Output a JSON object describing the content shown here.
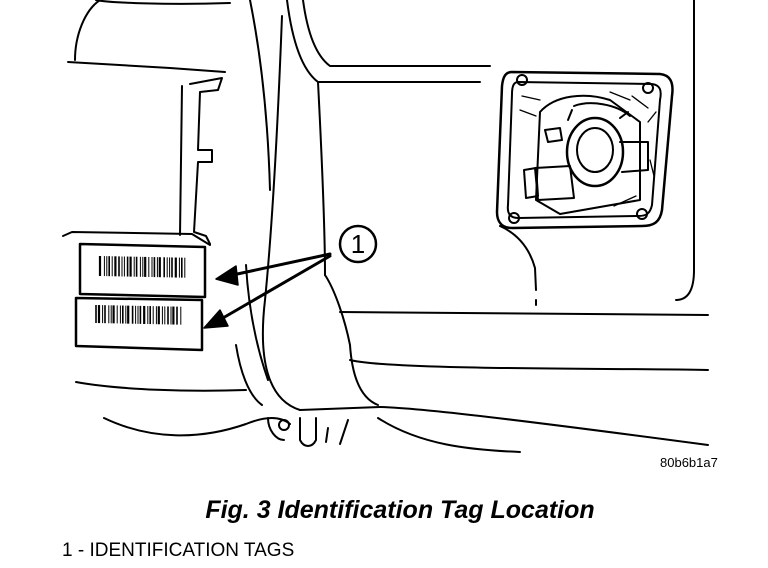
{
  "callout": {
    "number": "1"
  },
  "image_code": "80b6b1a7",
  "figure_title": "Fig. 3 Identification Tag Location",
  "legend": [
    {
      "text": "1 - IDENTIFICATION TAGS"
    }
  ],
  "barcode_tags": [
    {
      "name": "upper-tag"
    },
    {
      "name": "lower-tag"
    }
  ]
}
